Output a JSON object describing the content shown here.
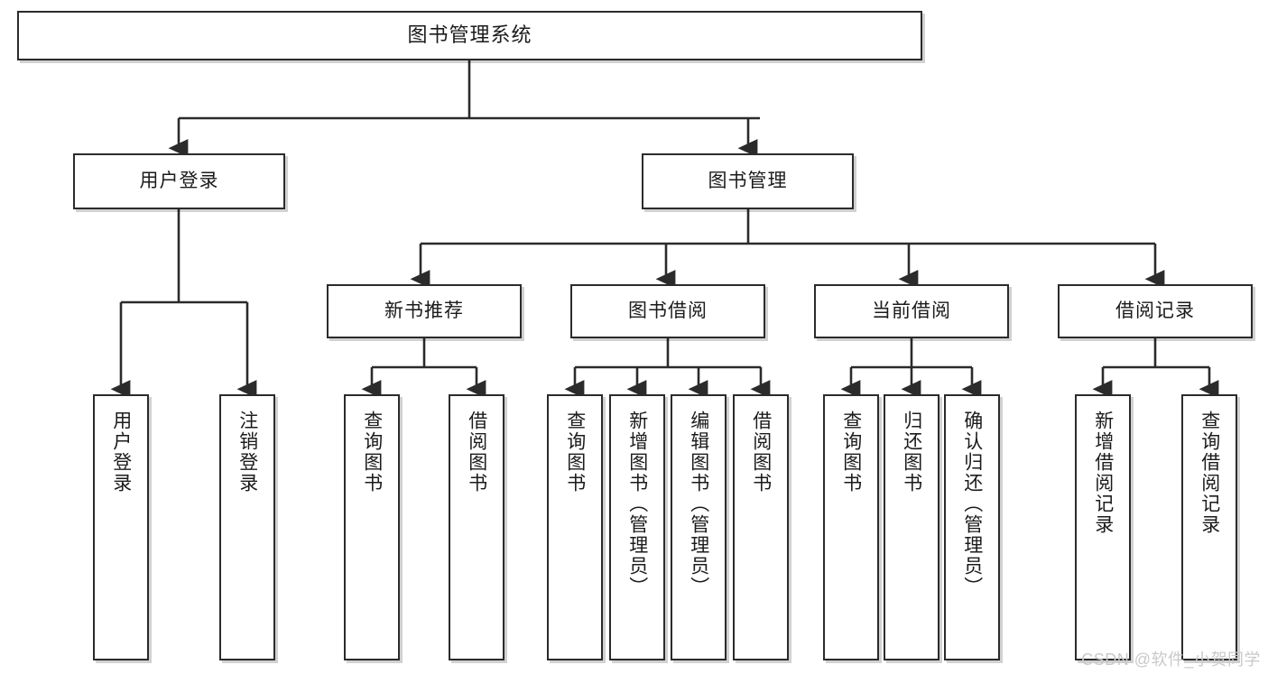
{
  "diagram": {
    "title": "图书管理系统",
    "type": "hierarchy-tree",
    "watermark": "CSDN @软件_小贺同学",
    "colors": {
      "box_border": "#2b2b2b",
      "box_fill": "#ffffff",
      "edge": "#2b2b2b",
      "text": "#1b1b1b",
      "watermark": "#c9c9c9"
    },
    "levels": {
      "root": {
        "label": "图书管理系统"
      },
      "level2": [
        {
          "label": "用户登录"
        },
        {
          "label": "图书管理"
        }
      ],
      "level3": [
        {
          "label": "新书推荐"
        },
        {
          "label": "图书借阅"
        },
        {
          "label": "当前借阅"
        },
        {
          "label": "借阅记录"
        }
      ],
      "leaves": [
        {
          "label": "用户登录",
          "parent": "用户登录"
        },
        {
          "label": "注销登录",
          "parent": "用户登录"
        },
        {
          "label": "查询图书",
          "parent": "新书推荐"
        },
        {
          "label": "借阅图书",
          "parent": "新书推荐"
        },
        {
          "label": "查询图书",
          "parent": "图书借阅"
        },
        {
          "label": "新增图书（管理员）",
          "parent": "图书借阅"
        },
        {
          "label": "编辑图书（管理员）",
          "parent": "图书借阅"
        },
        {
          "label": "借阅图书",
          "parent": "图书借阅"
        },
        {
          "label": "查询图书",
          "parent": "当前借阅"
        },
        {
          "label": "归还图书",
          "parent": "当前借阅"
        },
        {
          "label": "确认归还（管理员）",
          "parent": "当前借阅"
        },
        {
          "label": "新增借阅记录",
          "parent": "借阅记录"
        },
        {
          "label": "查询借阅记录",
          "parent": "借阅记录"
        }
      ]
    }
  }
}
